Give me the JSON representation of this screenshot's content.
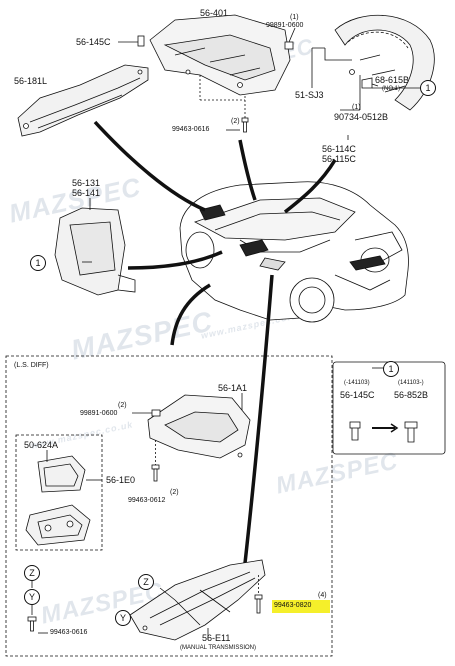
{
  "parts": {
    "p56_401": "56-401",
    "p99891_0600_top": "99891-0600",
    "p99891_0600_top_qty": "(1)",
    "p56_145c_top": "56-145C",
    "p56_181l": "56-181L",
    "p99463_0616_top": "99463-0616",
    "p99463_0616_top_qty": "(2)",
    "p68_615b": "68-615B",
    "p68_615b_note": "(NO.1)",
    "p51_sj3": "51-SJ3",
    "p90734_0512b": "90734-0512B",
    "p90734_0512b_qty": "(1)",
    "p56_114c": "56-114C",
    "p56_115c": "56-115C",
    "p56_131": "56-131",
    "p56_141": "56-141",
    "p56_1a1": "56-1A1",
    "p99891_0600_mid": "99891-0600",
    "p99891_0600_mid_qty": "(2)",
    "p50_624a": "50-624A",
    "p56_1e0": "56-1E0",
    "p99463_0612": "99463-0612",
    "p99463_0612_qty": "(2)",
    "p99463_0616_bot": "99463-0616",
    "p99463_0820": "99463-0820",
    "p99463_0820_qty": "(4)",
    "p56_e11": "56-E11",
    "p56_e11_note": "(MANUAL TRANSMISSION)"
  },
  "lsdiff_label": "(L.S. DIFF)",
  "inset": {
    "range_a": "(-141103)",
    "range_b": "(141103-)",
    "part_a": "56-145C",
    "part_b": "56-852B",
    "circle": "1"
  },
  "callouts": {
    "one": "1",
    "z": "Z",
    "y": "Y"
  },
  "watermark": {
    "brand": "MAZSPEC",
    "site": "www.mazspec.co.uk"
  },
  "colors": {
    "highlight": "#f5ef2a",
    "watermark": "#8c9db8",
    "line": "#111111"
  }
}
